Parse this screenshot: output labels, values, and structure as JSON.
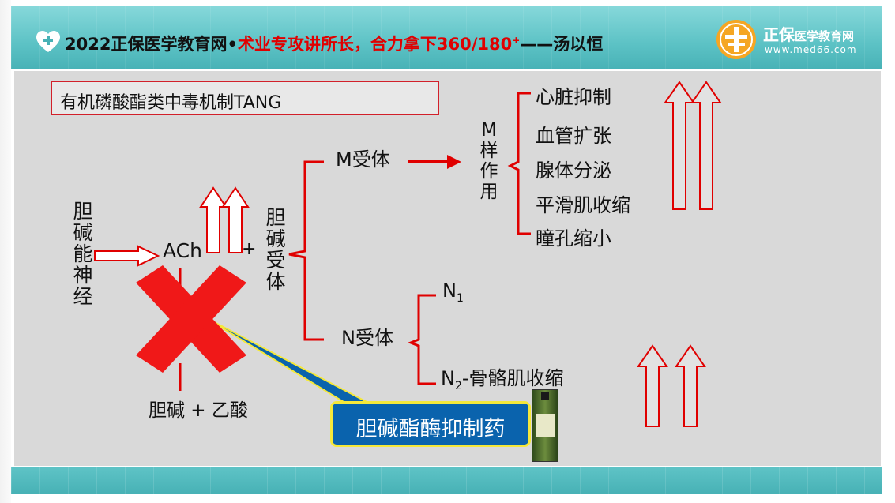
{
  "header": {
    "title_part1": "2022正保医学教育网•",
    "title_part2": "术业专攻讲所长，合力拿下360/180",
    "title_sup": "+",
    "title_part3": "——汤以恒",
    "logo_name": "正保",
    "logo_name_small": "医学教育网",
    "logo_url": "www.med66.com"
  },
  "slide": {
    "title": "有机磷酸酯类中毒机制TANG",
    "nerve_label": "胆碱能神经",
    "ach_label": "ACh",
    "plus": "+",
    "receptor_label": "胆碱受体",
    "m_receptor": "M受体",
    "m_effect_label": "M样作用",
    "m_effects": [
      "心脏抑制",
      "血管扩张",
      "腺体分泌",
      "平滑肌收缩",
      "瞳孔缩小"
    ],
    "n_receptor": "N受体",
    "n1_main": "N",
    "n1_sub": "1",
    "n2_main": "N",
    "n2_sub": "2",
    "n2_text": "-骨骼肌收缩",
    "hydrolysis_products": "胆碱 + 乙酸",
    "callout": "胆碱酯酶抑制药"
  },
  "colors": {
    "accent_red": "#e00000",
    "callout_blue": "#0a63ad",
    "callout_border": "#f5e83a",
    "header_teal": "#5cc2c5",
    "content_gray": "#d9d9d9"
  }
}
